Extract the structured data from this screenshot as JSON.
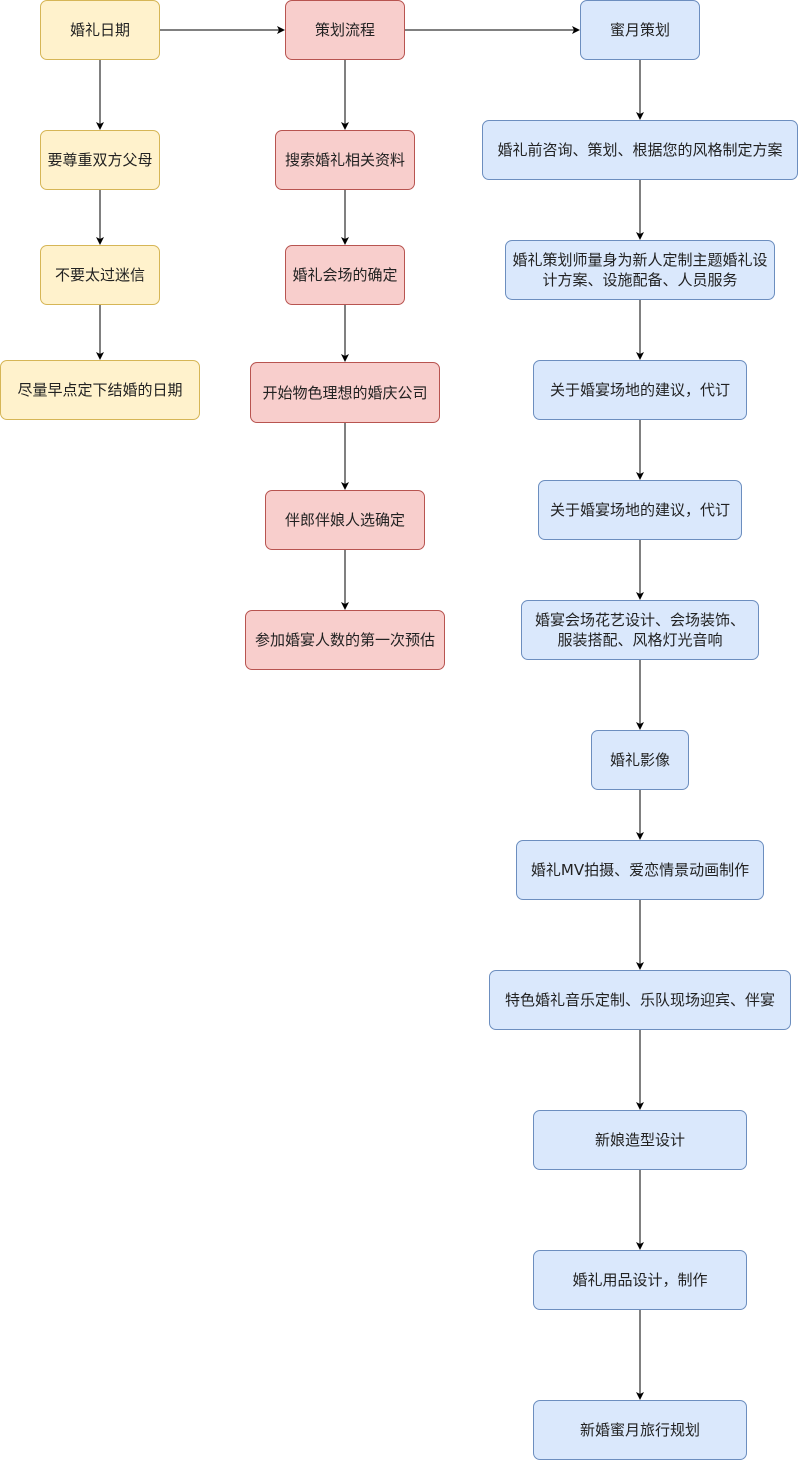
{
  "colors": {
    "yellow_fill": "#fff2cc",
    "yellow_stroke": "#d6b656",
    "red_fill": "#f8cecc",
    "red_stroke": "#b85450",
    "blue_fill": "#dae8fc",
    "blue_stroke": "#6c8ebf",
    "edge": "#000000"
  },
  "columns": {
    "date": {
      "header": "婚礼日期",
      "items": [
        "要尊重双方父母",
        "不要太过迷信",
        "尽量早点定下结婚的日期"
      ]
    },
    "process": {
      "header": "策划流程",
      "items": [
        "搜索婚礼相关资料",
        "婚礼会场的确定",
        "开始物色理想的婚庆公司",
        "伴郎伴娘人选确定",
        "参加婚宴人数的第一次预估"
      ]
    },
    "honeymoon": {
      "header": "蜜月策划",
      "items": [
        "婚礼前咨询、策划、根据您的风格制定方案",
        "婚礼策划师量身为新人定制主题婚礼设计方案、设施配备、人员服务",
        "关于婚宴场地的建议，代订",
        "关于婚宴场地的建议，代订",
        "婚宴会场花艺设计、会场装饰、服装搭配、风格灯光音响",
        "婚礼影像",
        "婚礼MV拍摄、爱恋情景动画制作",
        "特色婚礼音乐定制、乐队现场迎宾、伴宴",
        "新娘造型设计",
        "婚礼用品设计，制作",
        "新婚蜜月旅行规划"
      ]
    }
  }
}
